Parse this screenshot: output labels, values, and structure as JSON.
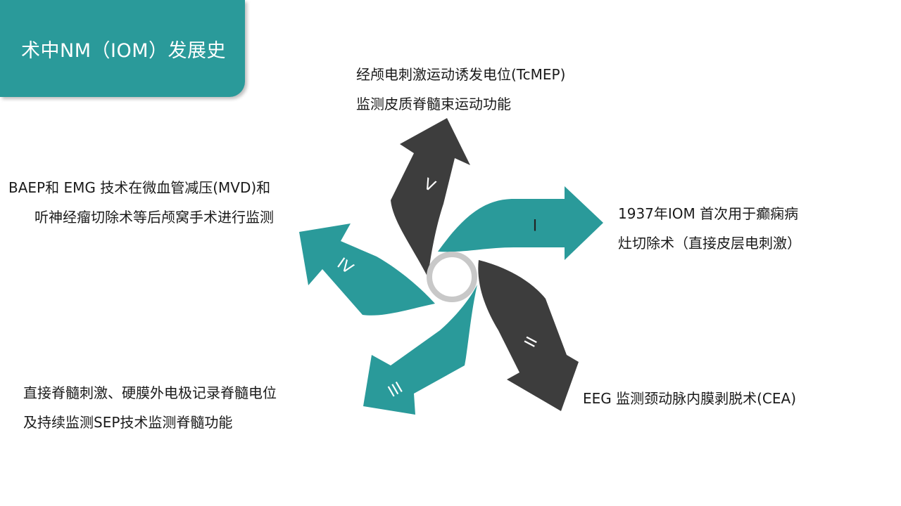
{
  "title": "术中NM（IOM）发展史",
  "colors": {
    "teal": "#2a9a9a",
    "dark": "#3d3d3d",
    "ring": "#c8c8c8"
  },
  "stages": [
    {
      "numeral": "I",
      "lines": [
        "1937年IOM 首次用于癫痫病",
        "灶切除术（直接皮层电刺激）"
      ]
    },
    {
      "numeral": "II",
      "lines": [
        "EEG 监测颈动脉内膜剥脱术(CEA)"
      ]
    },
    {
      "numeral": "III",
      "lines": [
        "直接脊髓刺激、硬膜外电极记录脊髓电位",
        "及持续监测SEP技术监测脊髓功能"
      ]
    },
    {
      "numeral": "IV",
      "lines": [
        "BAEP和 EMG 技术在微血管减压(MVD)和",
        "听神经瘤切除术等后颅窝手术进行监测"
      ]
    },
    {
      "numeral": "V",
      "lines": [
        "经颅电刺激运动诱发电位(TcMEP)",
        "监测皮质脊髓束运动功能"
      ]
    }
  ]
}
